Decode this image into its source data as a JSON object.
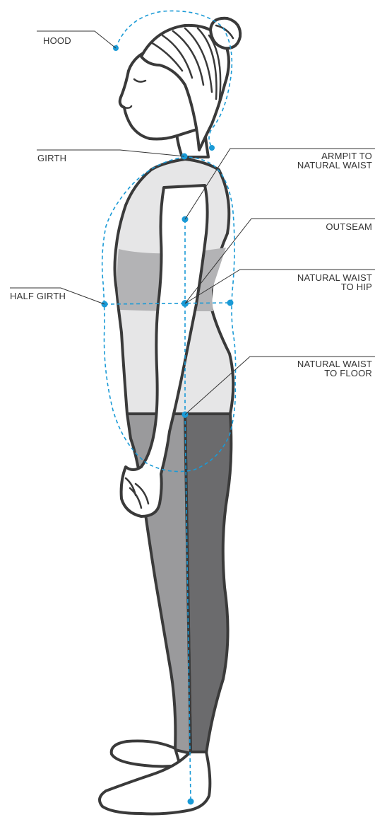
{
  "labels": {
    "hood": "HOOD",
    "girth": "GIRTH",
    "armpit_to_natural_waist": [
      "ARMPIT TO",
      "NATURAL WAIST"
    ],
    "outseam": "OUTSEAM",
    "half_girth": "HALF GIRTH",
    "natural_waist_to_hip": [
      "NATURAL WAIST",
      "TO HIP"
    ],
    "natural_waist_to_floor": [
      "NATURAL WAIST",
      "TO FLOOR"
    ]
  },
  "colors": {
    "accent": "#1a9ad6",
    "outline": "#3a3a3a",
    "top_light": "#e6e6e7",
    "top_mid": "#b3b3b5",
    "leg_front": "#9a9a9c",
    "leg_back": "#6b6b6d",
    "label": "#333333"
  }
}
